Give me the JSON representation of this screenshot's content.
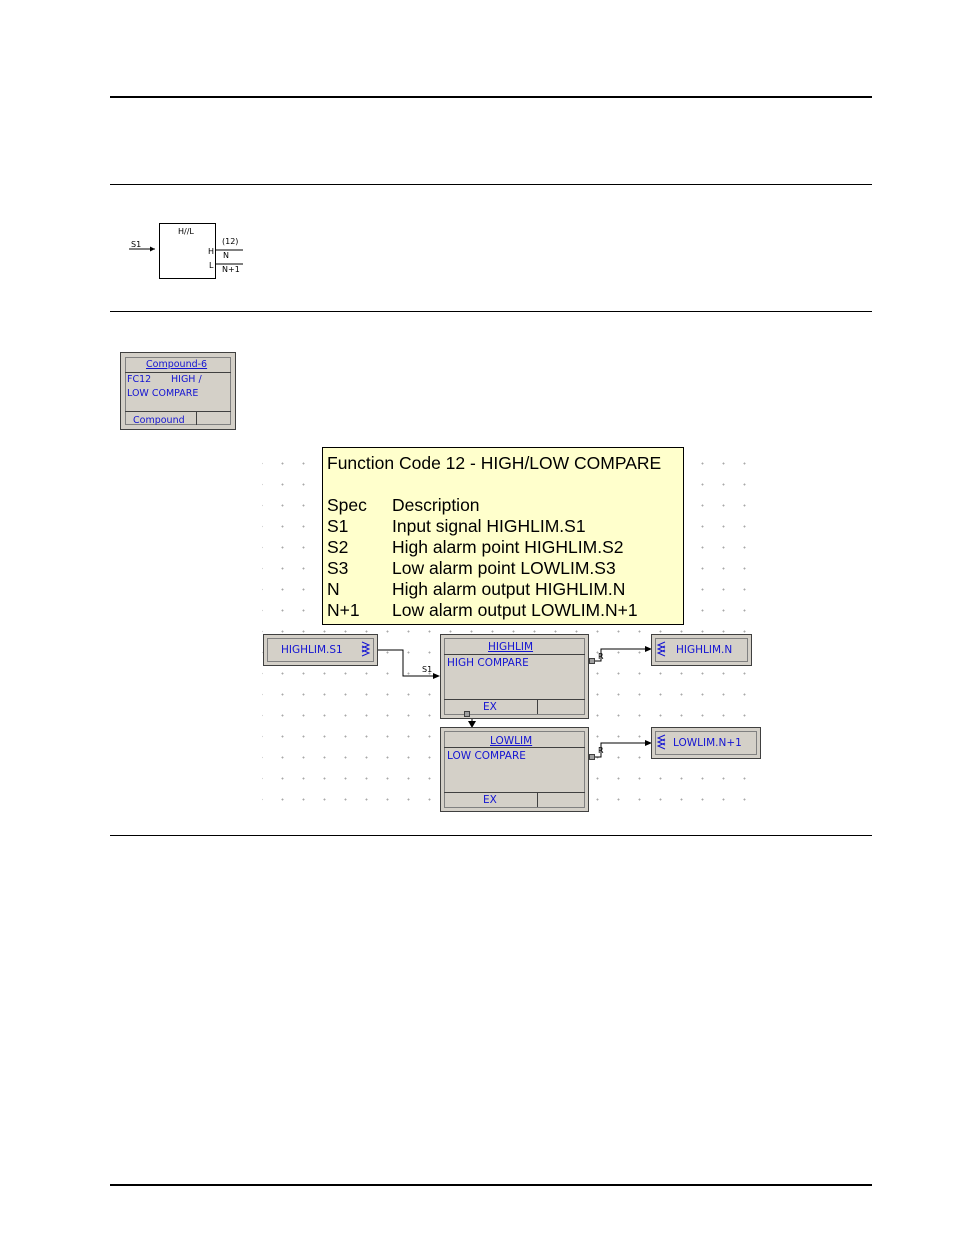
{
  "symbol": {
    "block_label": "H//L",
    "input_label": "S1",
    "output_high_pin": "H",
    "output_low_pin": "L",
    "function_code": "(12)",
    "output_high_block": "N",
    "output_low_block": "N+1"
  },
  "compound_tile": {
    "title": "Compound-6",
    "line1a": "FC12",
    "line1b": "HIGH /",
    "line2": "LOW COMPARE",
    "footer": "Compound"
  },
  "note": {
    "title": "Function Code 12 - HIGH/LOW COMPARE",
    "header_spec": "Spec",
    "header_desc": "Description",
    "rows": [
      {
        "spec": "S1",
        "desc": "Input signal HIGHLIM.S1"
      },
      {
        "spec": "S2",
        "desc": "High alarm point HIGHLIM.S2"
      },
      {
        "spec": "S3",
        "desc": "Low alarm point LOWLIM.S3"
      },
      {
        "spec": "N",
        "desc": "High alarm output HIGHLIM.N"
      },
      {
        "spec": "N+1",
        "desc": "Low alarm output LOWLIM.N+1"
      }
    ]
  },
  "blocks": {
    "input_ref": "HIGHLIM.S1",
    "highlim": {
      "name": "HIGHLIM",
      "desc": "HIGH COMPARE",
      "footer": "EX",
      "in_port": "S1",
      "out_port": "R"
    },
    "lowlim": {
      "name": "LOWLIM",
      "desc": "LOW COMPARE",
      "footer": "EX",
      "out_port": "R"
    },
    "output_high_ref": "HIGHLIM.N",
    "output_low_ref": "LOWLIM.N+1"
  }
}
